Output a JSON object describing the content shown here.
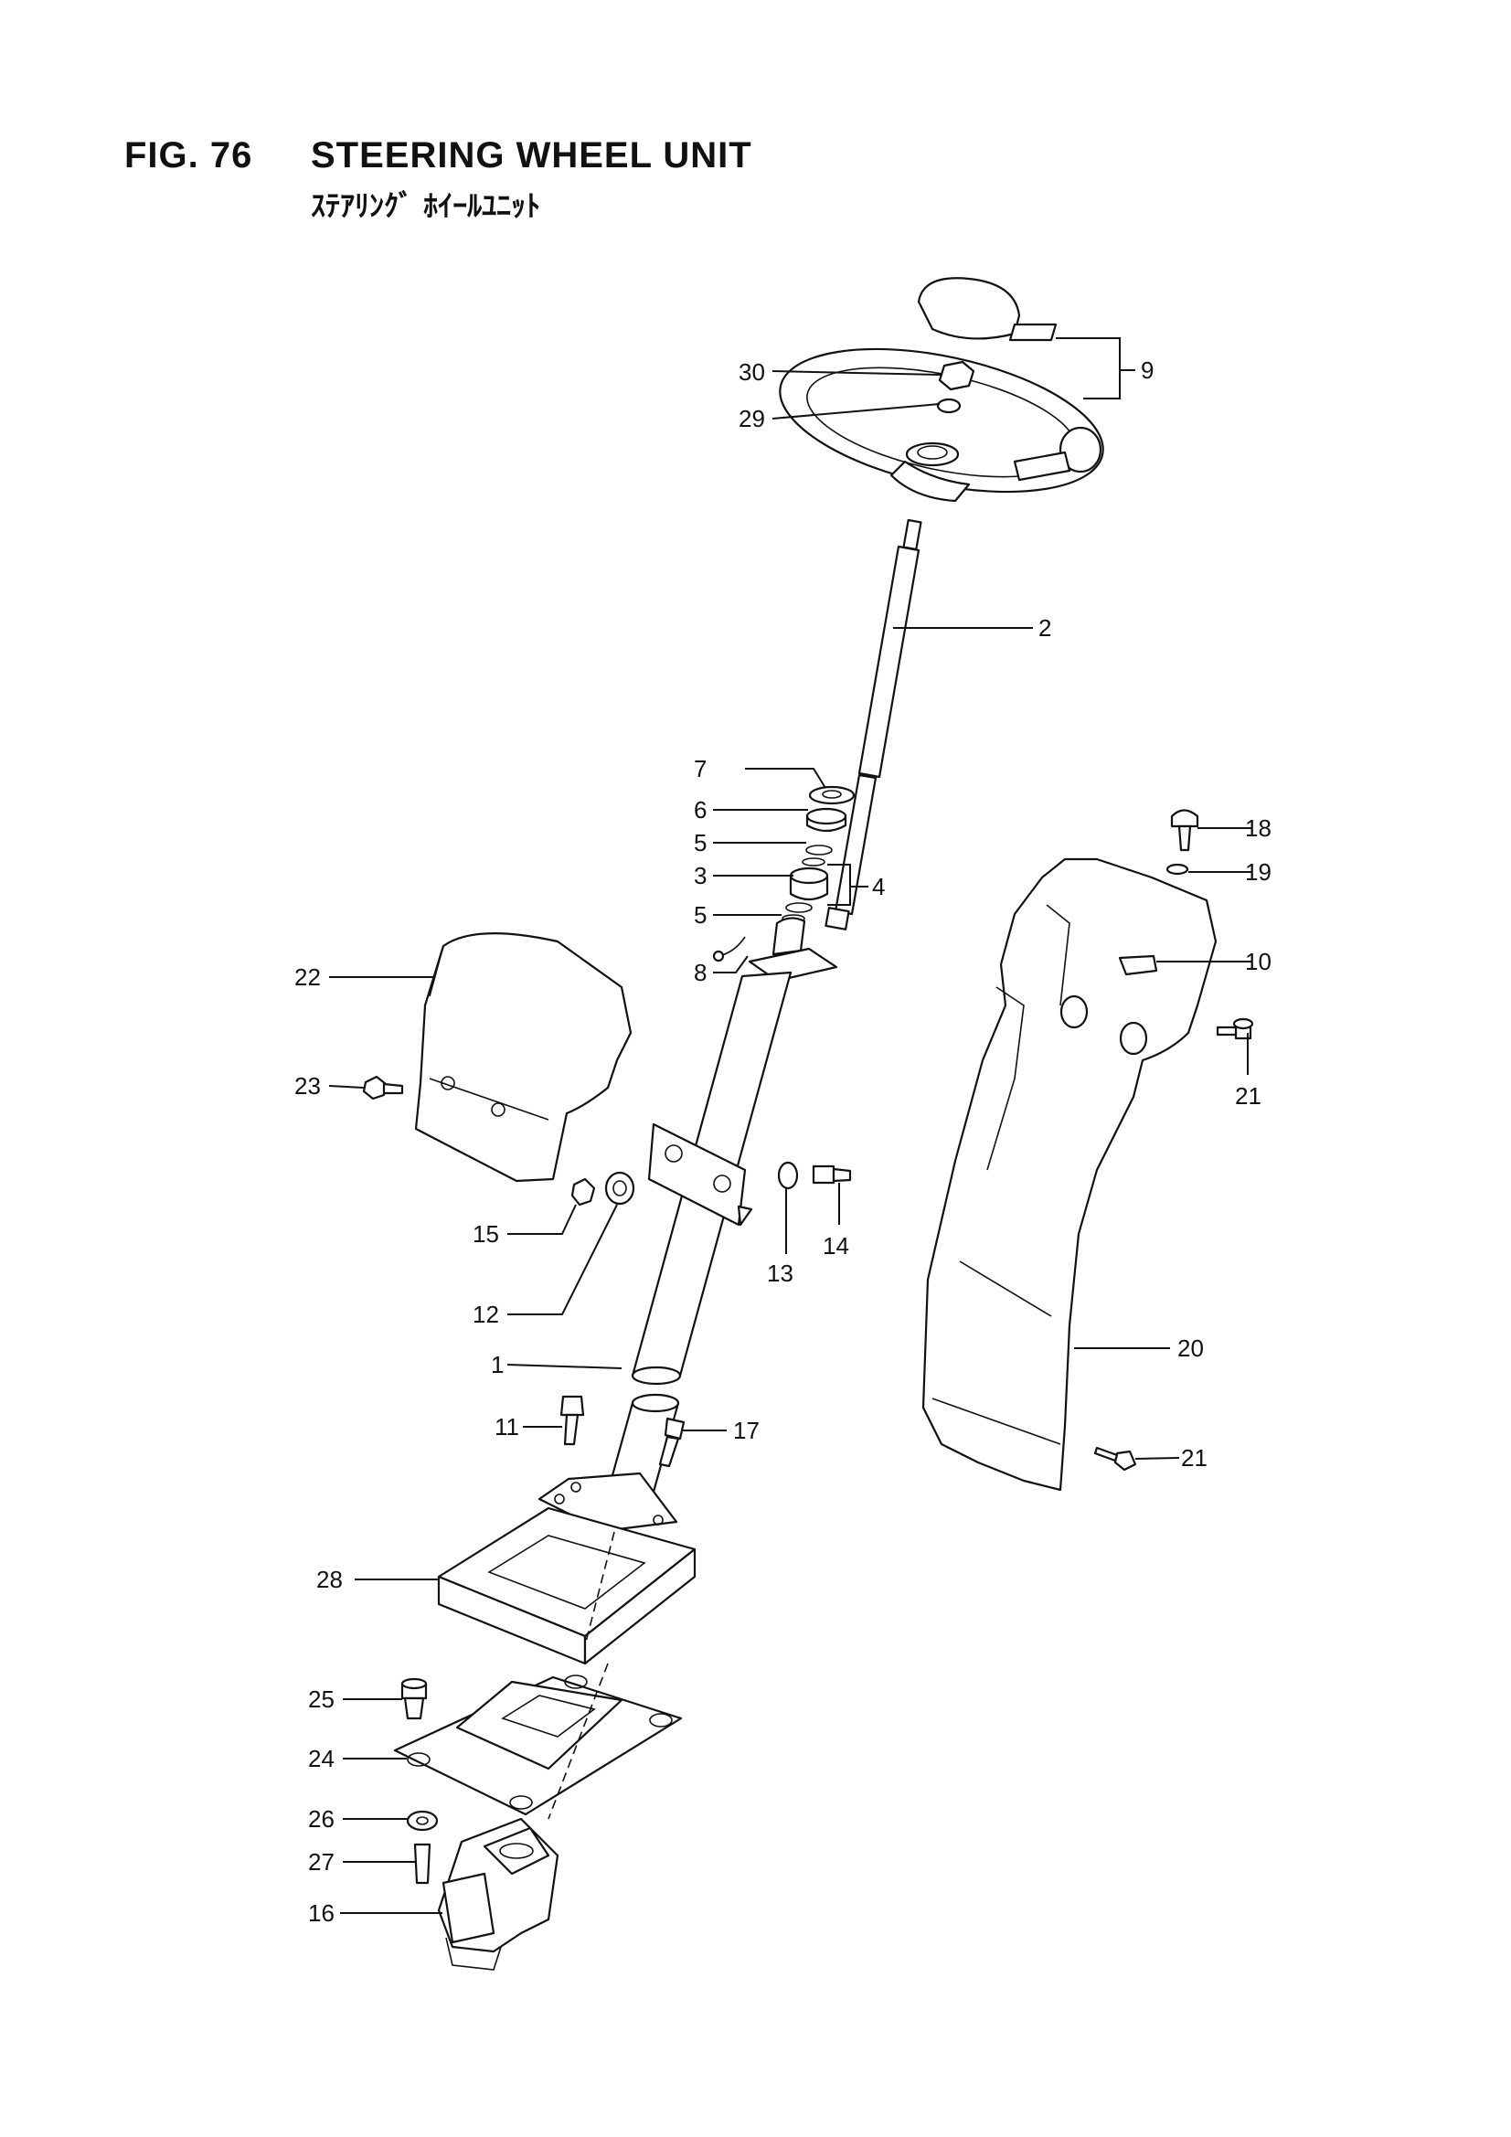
{
  "header": {
    "fig_number": "FIG. 76",
    "title": "STEERING WHEEL UNIT",
    "subtitle": "ｽﾃｱﾘﾝｸﾞ ﾎｲｰﾙﾕﾆｯﾄ"
  },
  "callouts": {
    "c1": "1",
    "c2": "2",
    "c3": "3",
    "c4": "4",
    "c5a": "5",
    "c5b": "5",
    "c6": "6",
    "c7": "7",
    "c8": "8",
    "c9": "9",
    "c10": "10",
    "c11": "11",
    "c12": "12",
    "c13": "13",
    "c14": "14",
    "c15": "15",
    "c16": "16",
    "c17": "17",
    "c18": "18",
    "c19": "19",
    "c20": "20",
    "c21a": "21",
    "c21b": "21",
    "c22": "22",
    "c23": "23",
    "c24": "24",
    "c25": "25",
    "c26": "26",
    "c27": "27",
    "c28": "28",
    "c29": "29",
    "c30": "30"
  }
}
